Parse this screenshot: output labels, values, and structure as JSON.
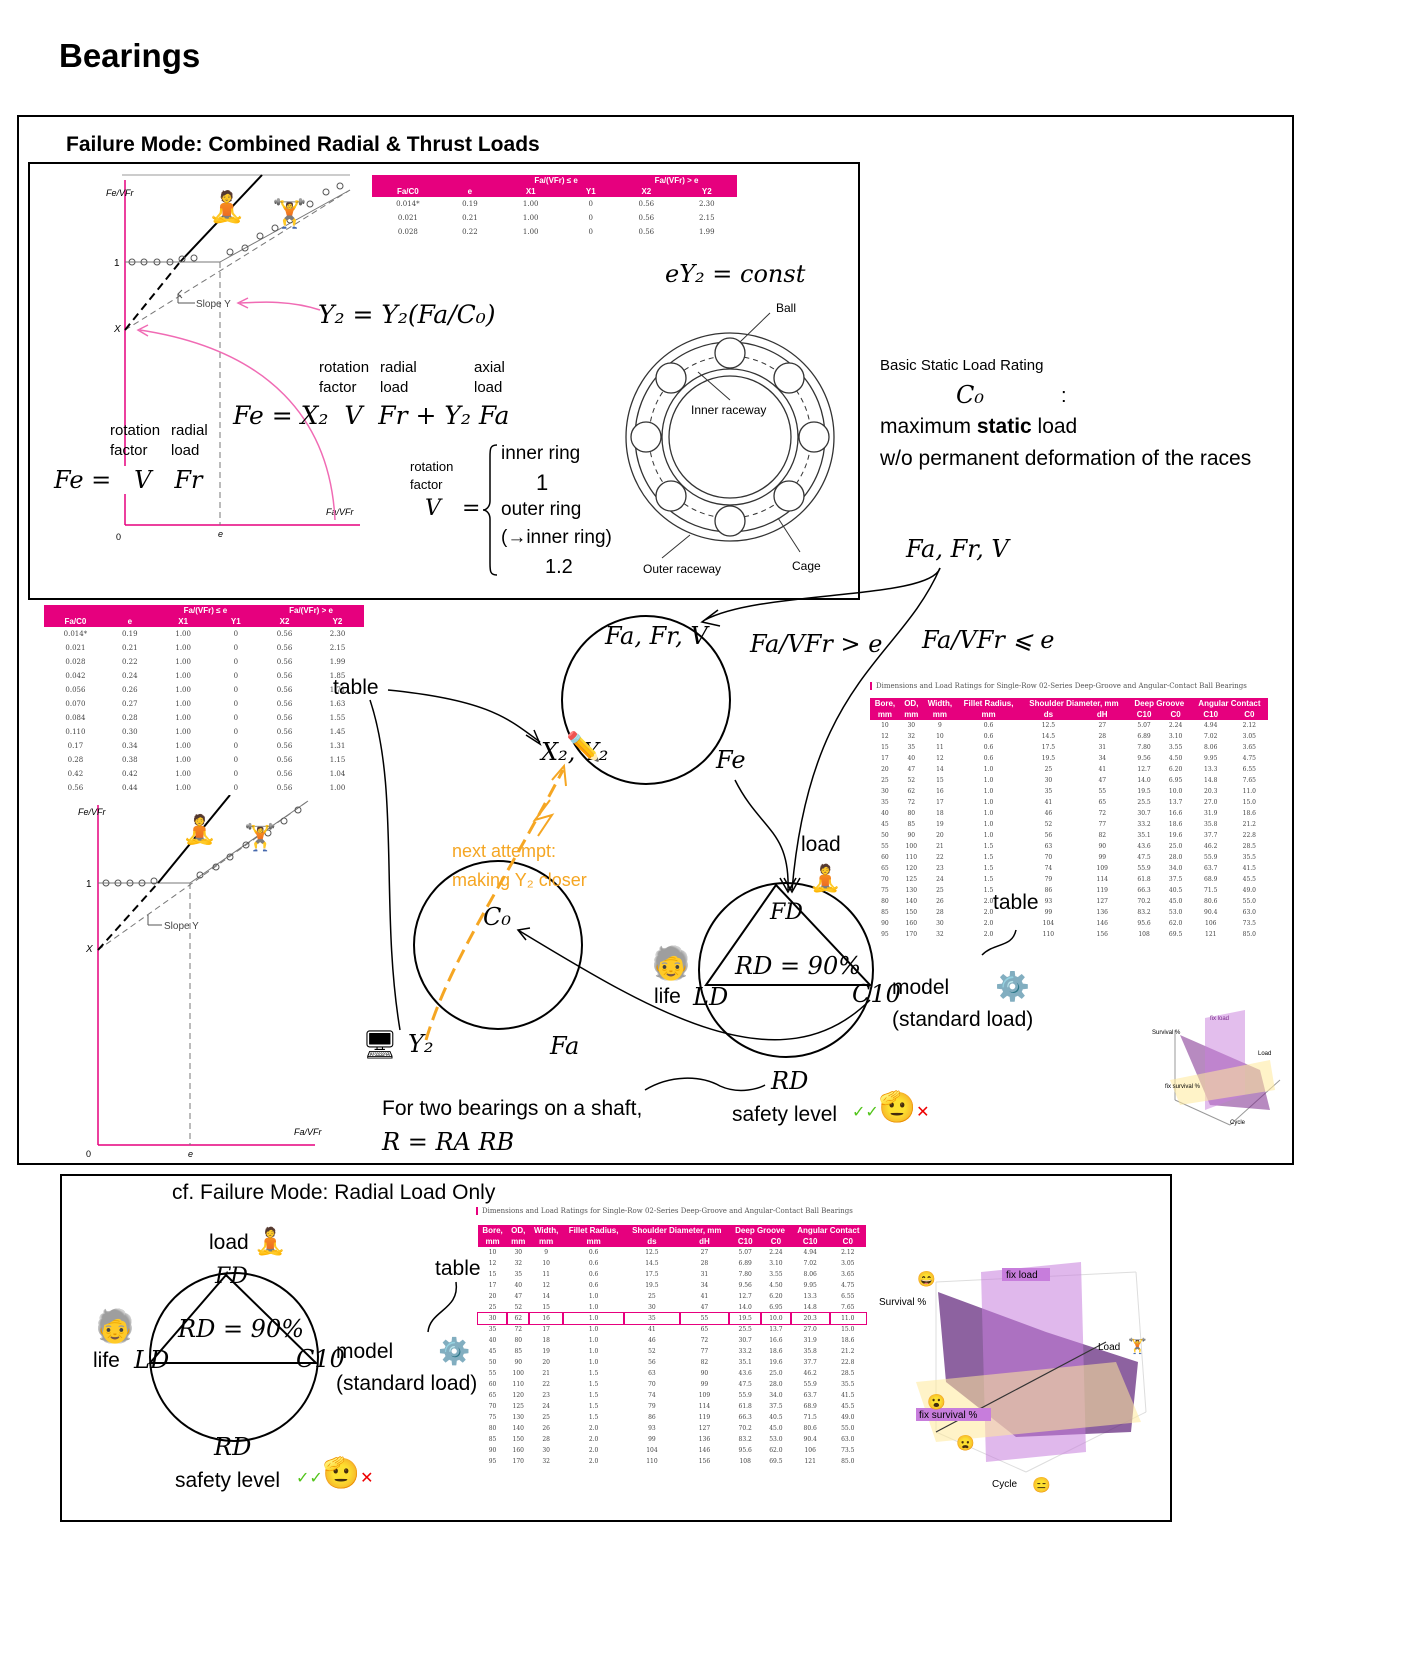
{
  "title": "Bearings",
  "box1": {
    "heading": "Failure Mode: Combined Radial & Thrust Loads",
    "graph": {
      "ylabel": "Fe/VFr",
      "xlabel": "Fa/VFr",
      "one": "1",
      "x": "X",
      "zero": "0",
      "e": "e",
      "slope": "Slope Y"
    },
    "small_table": {
      "caption_le": "Fa/(VFr) ≤ e",
      "caption_gt": "Fa/(VFr) > e",
      "headers": [
        "Fa/C0",
        "e",
        "X1",
        "Y1",
        "X2",
        "Y2"
      ],
      "rows": [
        [
          "0.014*",
          "0.19",
          "1.00",
          "0",
          "0.56",
          "2.30"
        ],
        [
          "0.021",
          "0.21",
          "1.00",
          "0",
          "0.56",
          "2.15"
        ],
        [
          "0.028",
          "0.22",
          "1.00",
          "0",
          "0.56",
          "1.99"
        ]
      ]
    },
    "eq_y2": "Y₂ = Y₂(Fa/C₀)",
    "eq_const": "eY₂ = const",
    "rotation_factor": "rotation factor",
    "radial_load": "radial load",
    "axial_load": "axial load",
    "eq_fe_main": "Fe = X₂  V  Fr + Y₂ Fa",
    "eq_fe_left": "Fe =   V   Fr",
    "v_cases": [
      "inner ring",
      "1",
      "outer ring",
      "(→inner ring)",
      "1.2"
    ],
    "bearing_labels": {
      "ball": "Ball",
      "inner": "Inner raceway",
      "outer": "Outer raceway",
      "cage": "Cage"
    }
  },
  "static_rating": {
    "title": "Basic Static Load Rating",
    "symbol": "C₀",
    "colon": ":",
    "line1a": "maximum ",
    "line1b": "static",
    "line1c": " load",
    "line2": "w/o permanent deformation of the races"
  },
  "box2": {
    "big_table": {
      "headers": [
        "Fa/C0",
        "e",
        "X1",
        "Y1",
        "X2",
        "Y2"
      ],
      "rows": [
        [
          "0.014*",
          "0.19",
          "1.00",
          "0",
          "0.56",
          "2.30"
        ],
        [
          "0.021",
          "0.21",
          "1.00",
          "0",
          "0.56",
          "2.15"
        ],
        [
          "0.028",
          "0.22",
          "1.00",
          "0",
          "0.56",
          "1.99"
        ],
        [
          "0.042",
          "0.24",
          "1.00",
          "0",
          "0.56",
          "1.85"
        ],
        [
          "0.056",
          "0.26",
          "1.00",
          "0",
          "0.56",
          "1.71"
        ],
        [
          "0.070",
          "0.27",
          "1.00",
          "0",
          "0.56",
          "1.63"
        ],
        [
          "0.084",
          "0.28",
          "1.00",
          "0",
          "0.56",
          "1.55"
        ],
        [
          "0.110",
          "0.30",
          "1.00",
          "0",
          "0.56",
          "1.45"
        ],
        [
          "0.17",
          "0.34",
          "1.00",
          "0",
          "0.56",
          "1.31"
        ],
        [
          "0.28",
          "0.38",
          "1.00",
          "0",
          "0.56",
          "1.15"
        ],
        [
          "0.42",
          "0.42",
          "1.00",
          "0",
          "0.56",
          "1.04"
        ],
        [
          "0.56",
          "0.44",
          "1.00",
          "0",
          "0.56",
          "1.00"
        ]
      ]
    },
    "cycle": {
      "top_in": "Fa, Fr, V",
      "xy": "X₂, Y₂",
      "fe": "Fe",
      "table": "table",
      "c0": "C₀",
      "y2": "Y₂",
      "fa": "Fa",
      "next1": "next attempt:",
      "next2": "making Y₂ closer",
      "inputs": "Fa, Fr, V",
      "gt": "Fa/VFr > e",
      "le": "Fa/VFr ⩽ e",
      "load": "load",
      "fd": "FD",
      "rd_eq": "RD = 90%",
      "life": "life",
      "ld": "LD",
      "c10": "C10",
      "model": "model",
      "std": "(standard load)",
      "rd": "RD",
      "safety": "safety level",
      "two_bearings": "For two bearings on a shaft,",
      "r_eq": "R = RA RB",
      "table2": "table"
    },
    "catalog_caption": "Dimensions and Load Ratings for Single-Row 02-Series Deep-Groove and Angular-Contact Ball Bearings",
    "catalog_headers1": [
      "Bore,",
      "OD,",
      "Width,",
      "Fillet Radius,",
      "Shoulder Diameter, mm",
      "",
      "Deep Groove",
      "",
      "Angular Contact",
      ""
    ],
    "catalog_headers2": [
      "mm",
      "mm",
      "mm",
      "mm",
      "ds",
      "dH",
      "C10",
      "C0",
      "C10",
      "C0"
    ],
    "catalog_rows": [
      [
        "10",
        "30",
        "9",
        "0.6",
        "12.5",
        "27",
        "5.07",
        "2.24",
        "4.94",
        "2.12"
      ],
      [
        "12",
        "32",
        "10",
        "0.6",
        "14.5",
        "28",
        "6.89",
        "3.10",
        "7.02",
        "3.05"
      ],
      [
        "15",
        "35",
        "11",
        "0.6",
        "17.5",
        "31",
        "7.80",
        "3.55",
        "8.06",
        "3.65"
      ],
      [
        "17",
        "40",
        "12",
        "0.6",
        "19.5",
        "34",
        "9.56",
        "4.50",
        "9.95",
        "4.75"
      ],
      [
        "20",
        "47",
        "14",
        "1.0",
        "25",
        "41",
        "12.7",
        "6.20",
        "13.3",
        "6.55"
      ],
      [
        "25",
        "52",
        "15",
        "1.0",
        "30",
        "47",
        "14.0",
        "6.95",
        "14.8",
        "7.65"
      ],
      [
        "30",
        "62",
        "16",
        "1.0",
        "35",
        "55",
        "19.5",
        "10.0",
        "20.3",
        "11.0"
      ],
      [
        "35",
        "72",
        "17",
        "1.0",
        "41",
        "65",
        "25.5",
        "13.7",
        "27.0",
        "15.0"
      ],
      [
        "40",
        "80",
        "18",
        "1.0",
        "46",
        "72",
        "30.7",
        "16.6",
        "31.9",
        "18.6"
      ],
      [
        "45",
        "85",
        "19",
        "1.0",
        "52",
        "77",
        "33.2",
        "18.6",
        "35.8",
        "21.2"
      ],
      [
        "50",
        "90",
        "20",
        "1.0",
        "56",
        "82",
        "35.1",
        "19.6",
        "37.7",
        "22.8"
      ],
      [
        "55",
        "100",
        "21",
        "1.5",
        "63",
        "90",
        "43.6",
        "25.0",
        "46.2",
        "28.5"
      ],
      [
        "60",
        "110",
        "22",
        "1.5",
        "70",
        "99",
        "47.5",
        "28.0",
        "55.9",
        "35.5"
      ],
      [
        "65",
        "120",
        "23",
        "1.5",
        "74",
        "109",
        "55.9",
        "34.0",
        "63.7",
        "41.5"
      ],
      [
        "70",
        "125",
        "24",
        "1.5",
        "79",
        "114",
        "61.8",
        "37.5",
        "68.9",
        "45.5"
      ],
      [
        "75",
        "130",
        "25",
        "1.5",
        "86",
        "119",
        "66.3",
        "40.5",
        "71.5",
        "49.0"
      ],
      [
        "80",
        "140",
        "26",
        "2.0",
        "93",
        "127",
        "70.2",
        "45.0",
        "80.6",
        "55.0"
      ],
      [
        "85",
        "150",
        "28",
        "2.0",
        "99",
        "136",
        "83.2",
        "53.0",
        "90.4",
        "63.0"
      ],
      [
        "90",
        "160",
        "30",
        "2.0",
        "104",
        "146",
        "95.6",
        "62.0",
        "106",
        "73.5"
      ],
      [
        "95",
        "170",
        "32",
        "2.0",
        "110",
        "156",
        "108",
        "69.5",
        "121",
        "85.0"
      ]
    ]
  },
  "box3": {
    "heading": "cf. Failure Mode: Radial Load Only",
    "load": "load",
    "fd": "FD",
    "rd_eq": "RD = 90%",
    "life": "life",
    "ld": "LD",
    "c10": "C10",
    "model": "model",
    "std": "(standard load)",
    "rd": "RD",
    "safety": "safety level",
    "table": "table",
    "plot": {
      "survival": "Survival %",
      "load": "Load",
      "cycle": "Cycle",
      "fix_load": "fix load",
      "fix_survival": "fix survival %"
    }
  },
  "colors": {
    "magenta": "#e6007e",
    "pink": "#f06bb4",
    "orange": "#f5a623",
    "purple": "#c77ddc"
  }
}
